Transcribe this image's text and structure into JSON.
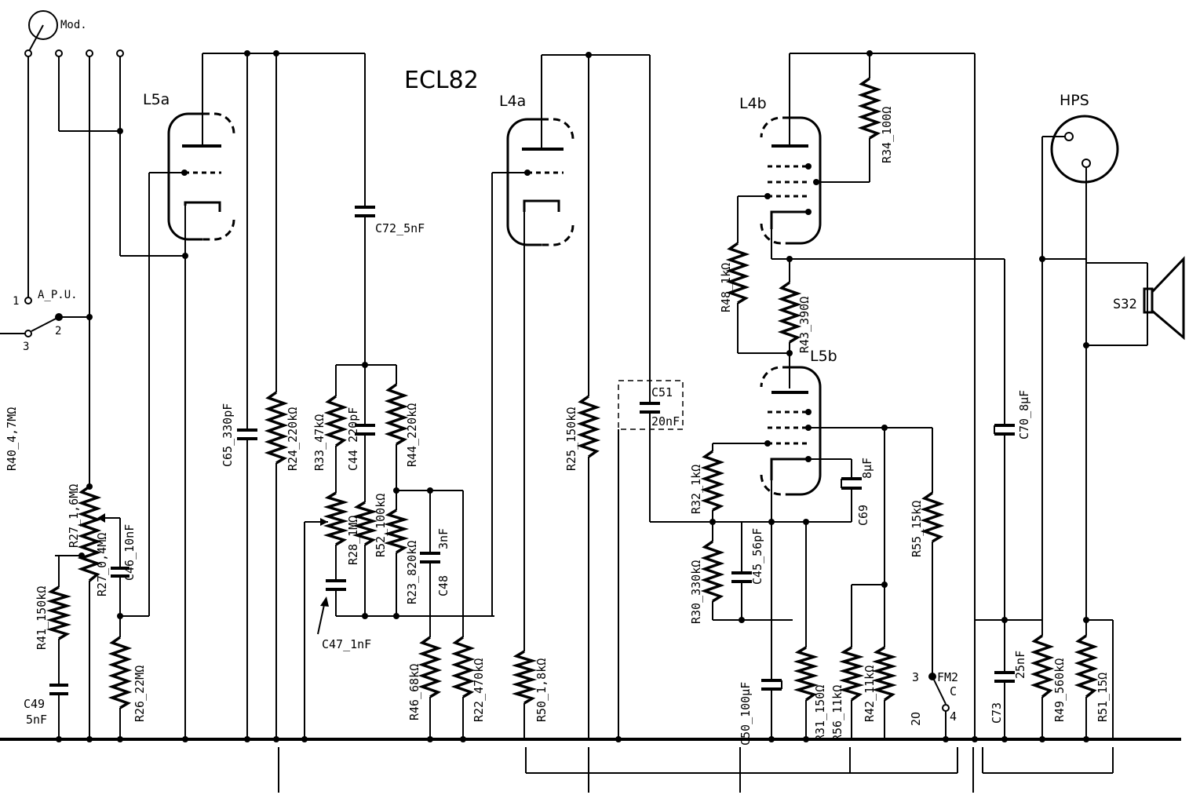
{
  "title": "ECL82",
  "tubes": {
    "l5a": "L5a",
    "l4a": "L4a",
    "l4b": "L4b",
    "l5b": "L5b"
  },
  "connectors": {
    "mod": "Mod.",
    "apu": "A_P.U.",
    "hps": "HPS",
    "speaker": "S32"
  },
  "switch_labels": {
    "apu_1": "1",
    "apu_2": "2",
    "apu_3": "3",
    "fm_3": "3",
    "fm": "FM2",
    "fm_c": "C",
    "fm_4": "4",
    "fm_2": "2O"
  },
  "components": {
    "c72": "C72_5nF",
    "c65": "C65_330pF",
    "r24": "R24_220kΩ",
    "r33": "R33_47kΩ",
    "c44": "C44  220pF",
    "r44": "R44_220kΩ",
    "r28": "R28_1MΩ",
    "r52": "R52_100kΩ",
    "r23": "R23_820kΩ",
    "c48": "C48",
    "c48v": "3nF",
    "c47": "C47_1nF",
    "r40": "R40_4,7MΩ",
    "r27a": "R27_1,6MΩ",
    "r27b": "R27_0,4MΩ",
    "c46": "C46_10nF",
    "r41": "R41_150kΩ",
    "c49": "C49",
    "c49v": "5nF",
    "r26": "R26_22MΩ",
    "r46": "R46_68kΩ",
    "r22": "R22_470kΩ",
    "r25": "R25_150kΩ",
    "c51": "C51",
    "c51v": "20nF",
    "r50": "R50_1,8kΩ",
    "r34": "R34_100Ω",
    "r48": "R48_1kΩ",
    "r43": "R43_390Ω",
    "r32": "R32_1kΩ",
    "c45": "C45_56pF",
    "r30": "R30_330kΩ",
    "c69": "C69",
    "c69v": "8μF",
    "r55": "R55_15kΩ",
    "c50": "C50_100μF",
    "r31": "R31_150Ω",
    "r56": "R56_11kΩ",
    "r42": "R42_11kΩ",
    "c70": "C70_8μF",
    "c73": "C73",
    "c73v": "25nF",
    "r49": "R49_560kΩ",
    "r51": "R51_15Ω"
  }
}
